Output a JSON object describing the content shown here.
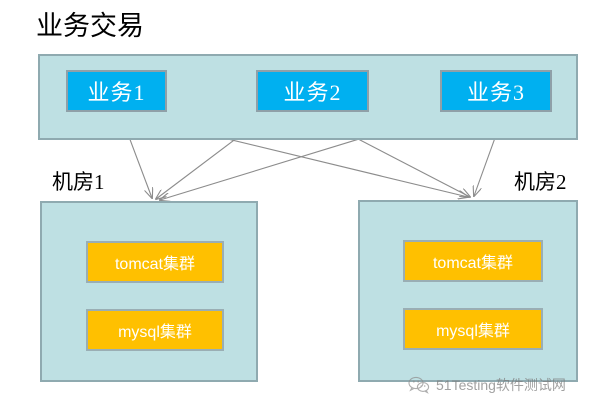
{
  "diagram": {
    "title": "业务交易",
    "business_group": {
      "name": "business-transaction-group",
      "nodes": [
        {
          "label": "业务1",
          "color": "#00B0F0"
        },
        {
          "label": "业务2",
          "color": "#00B0F0"
        },
        {
          "label": "业务3",
          "color": "#00B0F0"
        }
      ]
    },
    "datacenters": [
      {
        "label": "机房1",
        "nodes": [
          {
            "label": "tomcat集群",
            "color": "#FFC000"
          },
          {
            "label": "mysql集群",
            "color": "#FFC000"
          }
        ]
      },
      {
        "label": "机房2",
        "nodes": [
          {
            "label": "tomcat集群",
            "color": "#FFC000"
          },
          {
            "label": "mysql集群",
            "color": "#FFC000"
          }
        ]
      }
    ],
    "connections": [
      {
        "from": "业务1",
        "to": "机房1"
      },
      {
        "from": "业务1",
        "to": "机房2"
      },
      {
        "from": "业务2",
        "to": "机房1"
      },
      {
        "from": "业务2",
        "to": "机房2"
      },
      {
        "from": "业务3",
        "to": "机房1"
      },
      {
        "from": "业务3",
        "to": "机房2"
      }
    ],
    "colors": {
      "group_fill": "#BEE0E3",
      "group_border": "#8FAAB0",
      "business_node": "#00B0F0",
      "cluster_node": "#FFC000",
      "connector": "#8C8C8C",
      "node_text": "#FFFFFF"
    }
  },
  "watermark": {
    "text": "51Testing软件测试网",
    "icon": "wechat-icon"
  }
}
